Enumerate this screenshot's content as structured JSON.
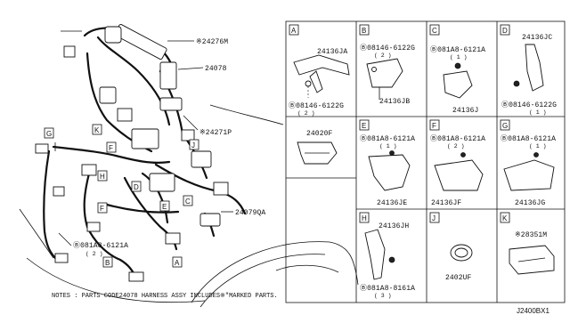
{
  "main_view": {
    "callouts": [
      {
        "key": "24276m",
        "text": "※24276M"
      },
      {
        "key": "24078",
        "text": "24078"
      },
      {
        "key": "24271p",
        "text": "※24271P"
      },
      {
        "key": "24079qa",
        "text": "24079QA"
      },
      {
        "key": "bolt",
        "text": "Ⓑ081A8-6121A",
        "qty": "( 2 )"
      }
    ],
    "letters": [
      "G",
      "K",
      "F",
      "H",
      "J",
      "D",
      "E",
      "C",
      "F",
      "B",
      "A"
    ]
  },
  "panels": {
    "A": {
      "letter": "A",
      "labels": [
        "24136JA"
      ],
      "bolt": "Ⓑ08146-6122G",
      "qty": "( 2 )"
    },
    "A2": {
      "labels": [
        "24020F"
      ]
    },
    "B": {
      "letter": "B",
      "bolt": "Ⓑ08146-6122G",
      "qty": "( 2 )",
      "labels": [
        "24136JB"
      ]
    },
    "C": {
      "letter": "C",
      "bolt": "Ⓑ081A8-6121A",
      "qty": "( 1 )",
      "labels": [
        "24136J"
      ]
    },
    "D": {
      "letter": "D",
      "labels": [
        "24136JC"
      ],
      "bolt": "Ⓑ08146-6122G",
      "qty": "( 1 )"
    },
    "E": {
      "letter": "E",
      "bolt": "Ⓑ081A8-6121A",
      "qty": "( 1 )",
      "labels": [
        "24136JE"
      ]
    },
    "F": {
      "letter": "F",
      "bolt": "Ⓑ081A8-6121A",
      "qty": "( 2 )",
      "labels": [
        "24136JF"
      ]
    },
    "G": {
      "letter": "G",
      "bolt": "Ⓑ081A8-6121A",
      "qty": "( 1 )",
      "labels": [
        "24136JG"
      ]
    },
    "H": {
      "letter": "H",
      "labels": [
        "24136JH"
      ],
      "bolt": "Ⓑ081A8-8161A",
      "qty": "( 3 )"
    },
    "J": {
      "letter": "J",
      "labels": [
        "2402UF"
      ]
    },
    "K": {
      "letter": "K",
      "labels": [
        "※28351M"
      ]
    }
  },
  "notes": "NOTES : PARTS CODE24078 HARNESS ASSY INCLUDES※\"MARKED PARTS.",
  "diagram_code": "J2400BX1"
}
